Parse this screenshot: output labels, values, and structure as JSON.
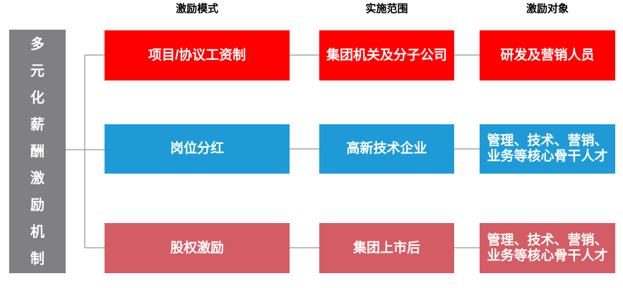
{
  "diagram": {
    "root": {
      "label": "多元化薪酬激励机制",
      "bg": "#808083",
      "text_color": "#FFFFFF"
    },
    "columns": [
      {
        "id": "incentive-mode",
        "header": "激励模式"
      },
      {
        "id": "implement-scope",
        "header": "实施范围"
      },
      {
        "id": "incentive-target",
        "header": "激励对象"
      }
    ],
    "rows": [
      {
        "id": "project-agreement-wage",
        "color": "#FE0000",
        "mode": "项目/协议工资制",
        "scope": "集团机关及分子公司",
        "target": "研发及营销人员"
      },
      {
        "id": "post-dividend",
        "color": "#1E9BD7",
        "mode": "岗位分红",
        "scope": "高新技术企业",
        "target": "管理、技术、营销、\n业务等核心骨干人才"
      },
      {
        "id": "equity-incentive",
        "color": "#D45C64",
        "mode": "股权激励",
        "scope": "集团上市后",
        "target": "管理、技术、营销、\n业务等核心骨干人才"
      }
    ],
    "connector_color": "#A6A6A6"
  }
}
